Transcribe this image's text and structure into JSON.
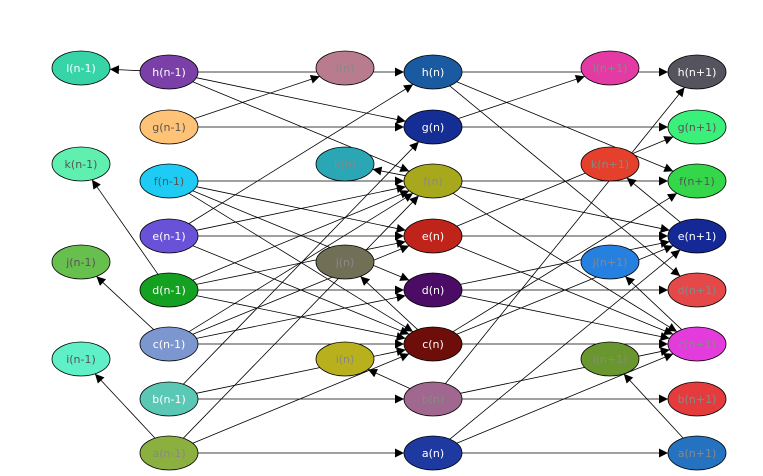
{
  "diagram": {
    "nodes": [
      {
        "id": "l(n-1)",
        "label": "l(n-1)",
        "color": "#37d4a8",
        "text_color": "#ffffff"
      },
      {
        "id": "h(n-1)",
        "label": "h(n-1)",
        "color": "#7b40a8",
        "text_color": "#ffffff"
      },
      {
        "id": "l(n)",
        "label": "l(n)",
        "color": "#b97c8e",
        "text_color": "#888888"
      },
      {
        "id": "h(n)",
        "label": "h(n)",
        "color": "#1a5aa0",
        "text_color": "#ffffff"
      },
      {
        "id": "l(n+1)",
        "label": "l(n+1)",
        "color": "#e43aa4",
        "text_color": "#888888"
      },
      {
        "id": "h(n+1)",
        "label": "h(n+1)",
        "color": "#55535d",
        "text_color": "#ffffff"
      },
      {
        "id": "g(n-1)",
        "label": "g(n-1)",
        "color": "#ffc378",
        "text_color": "#555555"
      },
      {
        "id": "g(n)",
        "label": "g(n)",
        "color": "#142e96",
        "text_color": "#ffffff"
      },
      {
        "id": "g(n+1)",
        "label": "g(n+1)",
        "color": "#3bf07a",
        "text_color": "#555555"
      },
      {
        "id": "k(n-1)",
        "label": "k(n-1)",
        "color": "#5ff0b0",
        "text_color": "#555555"
      },
      {
        "id": "f(n-1)",
        "label": "f(n-1)",
        "color": "#1ecbf4",
        "text_color": "#555555"
      },
      {
        "id": "k(n)",
        "label": "k(n)",
        "color": "#2aa6b4",
        "text_color": "#888888"
      },
      {
        "id": "f(n)",
        "label": "f(n)",
        "color": "#a8a81c",
        "text_color": "#888888"
      },
      {
        "id": "k(n+1)",
        "label": "k(n+1)",
        "color": "#e4402c",
        "text_color": "#888888"
      },
      {
        "id": "f(n+1)",
        "label": "f(n+1)",
        "color": "#34d64a",
        "text_color": "#555555"
      },
      {
        "id": "e(n-1)",
        "label": "e(n-1)",
        "color": "#6a52d8",
        "text_color": "#ffffff"
      },
      {
        "id": "e(n)",
        "label": "e(n)",
        "color": "#c0231a",
        "text_color": "#ffffff"
      },
      {
        "id": "e(n+1)",
        "label": "e(n+1)",
        "color": "#142896",
        "text_color": "#ffffff"
      },
      {
        "id": "j(n-1)",
        "label": "j(n-1)",
        "color": "#67c04e",
        "text_color": "#555555"
      },
      {
        "id": "j(n)",
        "label": "j(n)",
        "color": "#717057",
        "text_color": "#888888"
      },
      {
        "id": "d(n-1)",
        "label": "d(n-1)",
        "color": "#14a020",
        "text_color": "#ffffff"
      },
      {
        "id": "d(n)",
        "label": "d(n)",
        "color": "#4a0c64",
        "text_color": "#ffffff"
      },
      {
        "id": "j(n+1)",
        "label": "j(n+1)",
        "color": "#2680e0",
        "text_color": "#888888"
      },
      {
        "id": "d(n+1)",
        "label": "d(n+1)",
        "color": "#e44848",
        "text_color": "#888888"
      },
      {
        "id": "c(n-1)",
        "label": "c(n-1)",
        "color": "#7c96d0",
        "text_color": "#ffffff"
      },
      {
        "id": "c(n)",
        "label": "c(n)",
        "color": "#6e0e0a",
        "text_color": "#ffffff"
      },
      {
        "id": "c(n+1)",
        "label": "c(n+1)",
        "color": "#e43cdc",
        "text_color": "#888888"
      },
      {
        "id": "i(n-1)",
        "label": "i(n-1)",
        "color": "#5ff0c8",
        "text_color": "#555555"
      },
      {
        "id": "i(n)",
        "label": "i(n)",
        "color": "#b8b01c",
        "text_color": "#888888"
      },
      {
        "id": "i(n+1)",
        "label": "i(n+1)",
        "color": "#6a9630",
        "text_color": "#888888"
      },
      {
        "id": "b(n-1)",
        "label": "b(n-1)",
        "color": "#5ac8b4",
        "text_color": "#ffffff"
      },
      {
        "id": "b(n)",
        "label": "b(n)",
        "color": "#a0688e",
        "text_color": "#888888"
      },
      {
        "id": "b(n+1)",
        "label": "b(n+1)",
        "color": "#e43c3c",
        "text_color": "#888888"
      },
      {
        "id": "a(n-1)",
        "label": "a(n-1)",
        "color": "#8cb040",
        "text_color": "#888888"
      },
      {
        "id": "a(n)",
        "label": "a(n)",
        "color": "#1e3aa0",
        "text_color": "#ffffff"
      },
      {
        "id": "a(n+1)",
        "label": "a(n+1)",
        "color": "#2472c0",
        "text_color": "#888888"
      }
    ],
    "edges": [
      [
        "h(n-1)",
        "l(n-1)"
      ],
      [
        "d(n-1)",
        "k(n-1)"
      ],
      [
        "c(n-1)",
        "j(n-1)"
      ],
      [
        "a(n-1)",
        "i(n-1)"
      ],
      [
        "h(n-1)",
        "h(n)"
      ],
      [
        "h(n-1)",
        "g(n)"
      ],
      [
        "h(n-1)",
        "f(n)"
      ],
      [
        "g(n-1)",
        "l(n)"
      ],
      [
        "g(n-1)",
        "g(n)"
      ],
      [
        "f(n-1)",
        "f(n)"
      ],
      [
        "f(n-1)",
        "e(n)"
      ],
      [
        "f(n-1)",
        "d(n)"
      ],
      [
        "f(n-1)",
        "c(n)"
      ],
      [
        "e(n-1)",
        "h(n)"
      ],
      [
        "e(n-1)",
        "f(n)"
      ],
      [
        "e(n-1)",
        "e(n)"
      ],
      [
        "e(n-1)",
        "c(n)"
      ],
      [
        "d(n-1)",
        "f(n)"
      ],
      [
        "d(n-1)",
        "e(n)"
      ],
      [
        "d(n-1)",
        "d(n)"
      ],
      [
        "d(n-1)",
        "c(n)"
      ],
      [
        "c(n-1)",
        "f(n)"
      ],
      [
        "c(n-1)",
        "e(n)"
      ],
      [
        "c(n-1)",
        "d(n)"
      ],
      [
        "c(n-1)",
        "c(n)"
      ],
      [
        "b(n-1)",
        "g(n)"
      ],
      [
        "b(n-1)",
        "c(n)"
      ],
      [
        "b(n-1)",
        "b(n)"
      ],
      [
        "a(n-1)",
        "f(n)"
      ],
      [
        "a(n-1)",
        "c(n)"
      ],
      [
        "a(n-1)",
        "a(n)"
      ],
      [
        "f(n)",
        "k(n)"
      ],
      [
        "c(n)",
        "j(n)"
      ],
      [
        "b(n)",
        "i(n)"
      ],
      [
        "h(n)",
        "h(n+1)"
      ],
      [
        "h(n)",
        "f(n+1)"
      ],
      [
        "h(n)",
        "d(n+1)"
      ],
      [
        "g(n)",
        "l(n+1)"
      ],
      [
        "g(n)",
        "g(n+1)"
      ],
      [
        "f(n)",
        "f(n+1)"
      ],
      [
        "f(n)",
        "e(n+1)"
      ],
      [
        "f(n)",
        "c(n+1)"
      ],
      [
        "e(n)",
        "g(n+1)"
      ],
      [
        "e(n)",
        "e(n+1)"
      ],
      [
        "e(n)",
        "c(n+1)"
      ],
      [
        "d(n)",
        "e(n+1)"
      ],
      [
        "d(n)",
        "d(n+1)"
      ],
      [
        "d(n)",
        "c(n+1)"
      ],
      [
        "c(n)",
        "f(n+1)"
      ],
      [
        "c(n)",
        "e(n+1)"
      ],
      [
        "c(n)",
        "c(n+1)"
      ],
      [
        "b(n)",
        "h(n+1)"
      ],
      [
        "b(n)",
        "c(n+1)"
      ],
      [
        "b(n)",
        "b(n+1)"
      ],
      [
        "a(n)",
        "e(n+1)"
      ],
      [
        "a(n)",
        "c(n+1)"
      ],
      [
        "a(n)",
        "a(n+1)"
      ],
      [
        "e(n+1)",
        "k(n+1)"
      ],
      [
        "c(n+1)",
        "j(n+1)"
      ],
      [
        "a(n+1)",
        "i(n+1)"
      ]
    ]
  }
}
